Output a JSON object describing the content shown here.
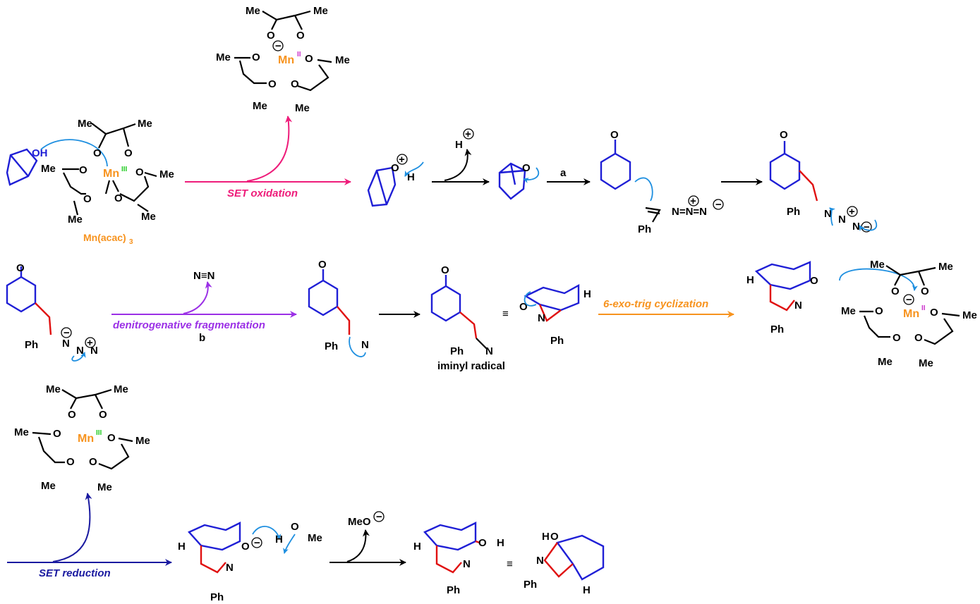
{
  "colors": {
    "set_oxidation": "#ee1c7a",
    "denitrogenative": "#9b30e6",
    "cyclization": "#f7931e",
    "set_reduction": "#1a1aa0",
    "mn_label": "#f7931e",
    "mn_III": "#22cc22",
    "mn_II": "#cc33cc",
    "ring": "#1f1fd6",
    "new_bond": "#e01010",
    "curly_arrow": "#1e8fe0"
  },
  "labels": {
    "mn_acac3": "Mn(acac)",
    "mn_acac3_sub": "3",
    "set_oxidation": "SET oxidation",
    "step_a": "a",
    "step_b": "b",
    "denitrogenative": "denitrogenative fragmentation",
    "iminyl_radical": "iminyl radical",
    "cyclization": "6-exo-trig cyclization",
    "set_reduction": "SET reduction",
    "n2": "N≡N",
    "h_plus": "H",
    "meo": "MeO",
    "equiv": "≡"
  },
  "atoms": {
    "me": "Me",
    "o": "O",
    "mn": "Mn",
    "ox3": "III",
    "ox2": "II",
    "oh": "OH",
    "h": "H",
    "n": "N",
    "ph": "Ph",
    "azide": "N=N=N",
    "plus": "+",
    "minus": "−"
  }
}
